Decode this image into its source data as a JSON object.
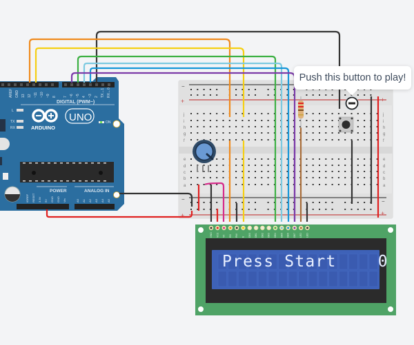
{
  "tooltip": {
    "text": "Push this button to play!"
  },
  "arduino": {
    "brand": "ARDUINO",
    "model": "UNO",
    "digital_label": "DIGITAL (PWM~)",
    "power_label": "POWER",
    "analog_label": "ANALOG IN",
    "on_label": "ON",
    "led_labels": [
      "L",
      "TX",
      "RX"
    ],
    "digital_pins": [
      "AREF",
      "GND",
      "13",
      "12",
      "~11",
      "~10",
      "~9",
      "8",
      "7",
      "~6",
      "~5",
      "4",
      "~3",
      "2",
      "TX→1",
      "RX←0"
    ],
    "power_pins": [
      "IOREF",
      "RESET",
      "3.3V",
      "5V",
      "GND",
      "GND",
      "Vin"
    ],
    "analog_pins": [
      "A0",
      "A1",
      "A2",
      "A3",
      "A4",
      "A5"
    ]
  },
  "breadboard": {
    "row_letters_top": [
      "j",
      "i",
      "h",
      "g",
      "f"
    ],
    "row_letters_bottom": [
      "e",
      "d",
      "c",
      "b",
      "a"
    ],
    "plus_label": "+",
    "minus_label": "−",
    "columns": 30
  },
  "lcd": {
    "line1": "Press Start    0",
    "line2": "",
    "pins": [
      "GND",
      "VCC",
      "V0",
      "RS",
      "RW",
      "E",
      "DB0",
      "DB1",
      "DB2",
      "DB3",
      "DB4",
      "DB5",
      "DB6",
      "DB7",
      "LED",
      "LED"
    ]
  },
  "colors": {
    "background": "#f3f4f6",
    "arduino_board": "#2b6ea0",
    "breadboard": "#e6e6e6",
    "lcd_pcb": "#4fa366",
    "lcd_screen": "#3e62b8",
    "wire_orange": "#f08a1c",
    "wire_yellow": "#f5cf12",
    "wire_green": "#3cb043",
    "wire_lightblue": "#7cc9e0",
    "wire_blue": "#1596d8",
    "wire_purple": "#7b3aa8",
    "wire_black": "#333333",
    "wire_red": "#e02020",
    "wire_pink": "#d62a8a",
    "wire_brown": "#a86d3a"
  }
}
